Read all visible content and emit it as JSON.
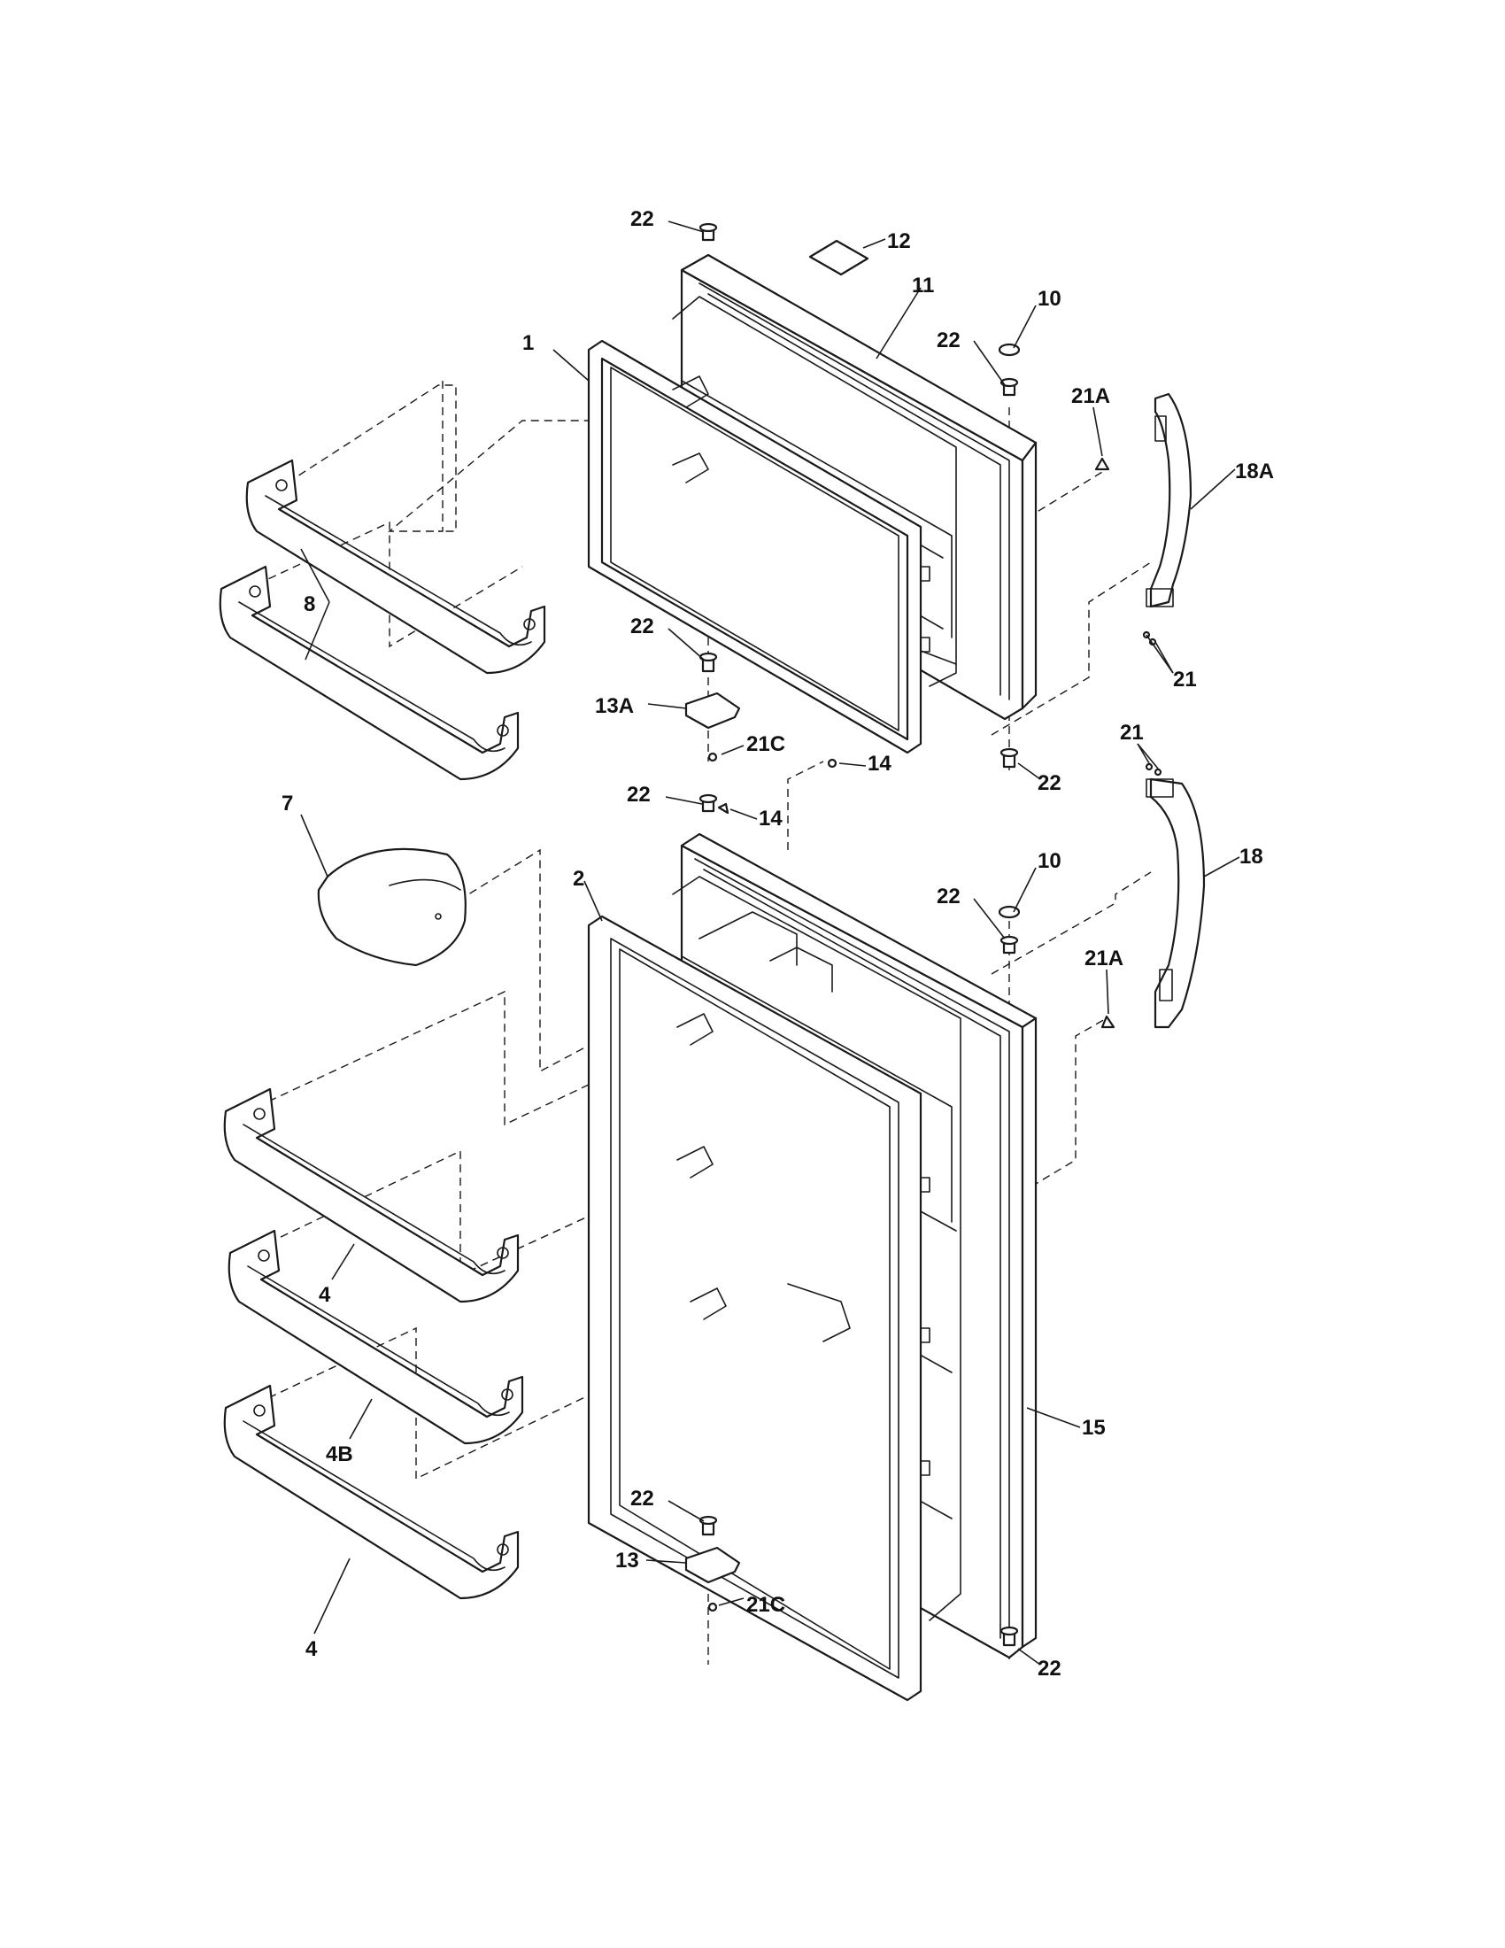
{
  "labels": {
    "p1": "1",
    "p2": "2",
    "p4_top": "4",
    "p4B": "4B",
    "p4_bottom": "4",
    "p7": "7",
    "p8": "8",
    "p10_top": "10",
    "p10_bottom": "10",
    "p11": "11",
    "p12": "12",
    "p13": "13",
    "p13A": "13A",
    "p14_a": "14",
    "p14_b": "14",
    "p15": "15",
    "p18": "18",
    "p18A": "18A",
    "p21_top": "21",
    "p21_bottom": "21",
    "p21A_top": "21A",
    "p21A_bottom": "21A",
    "p21C_top": "21C",
    "p21C_bottom": "21C",
    "p22_a": "22",
    "p22_b": "22",
    "p22_c": "22",
    "p22_d": "22",
    "p22_e": "22",
    "p22_f": "22",
    "p22_g": "22",
    "p22_h": "22"
  }
}
